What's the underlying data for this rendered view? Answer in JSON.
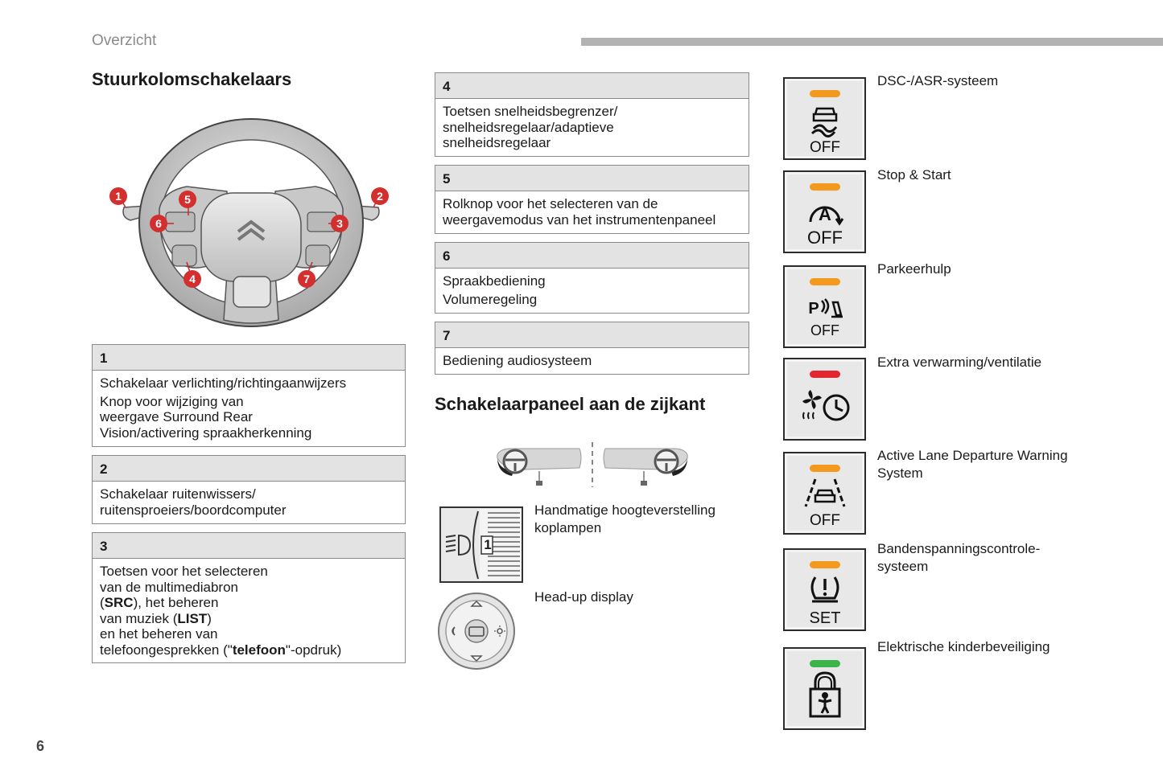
{
  "header": {
    "section": "Overzicht",
    "page_number": "6"
  },
  "left": {
    "title": "Stuurkolomschakelaars",
    "markers": [
      "1",
      "2",
      "3",
      "4",
      "5",
      "6",
      "7"
    ],
    "boxes": [
      {
        "num": "1",
        "paras": [
          [
            "Schakelaar verlichting/richtingaanwijzers"
          ],
          [
            "Knop voor wijziging van",
            "weergave Surround Rear",
            "Vision/activering spraakherkenning"
          ]
        ]
      },
      {
        "num": "2",
        "paras": [
          [
            "Schakelaar ruitenwissers/",
            "ruitensproeiers/boordcomputer"
          ]
        ]
      },
      {
        "num": "3",
        "paras": [
          [
            "Toetsen voor het selecteren",
            "van de multimediabron"
          ]
        ],
        "rich": {
          "l3_pre": "(",
          "l3_bold": "SRC",
          "l3_post": "), het beheren",
          "l4_pre": "van muziek (",
          "l4_bold": "LIST",
          "l4_post": ")",
          "l5": "en het beheren van",
          "l6_pre": "telefoongesprekken (\"",
          "l6_bold": "telefoon",
          "l6_post": "\"-opdruk)"
        }
      }
    ]
  },
  "middle": {
    "boxes": [
      {
        "num": "4",
        "paras": [
          [
            "Toetsen snelheidsbegrenzer/",
            "snelheidsregelaar/adaptieve",
            "snelheidsregelaar"
          ]
        ]
      },
      {
        "num": "5",
        "paras": [
          [
            "Rolknop voor het selecteren van de",
            "weergavemodus van het instrumentenpaneel"
          ]
        ]
      },
      {
        "num": "6",
        "paras": [
          [
            "Spraakbediening"
          ],
          [
            "Volumeregeling"
          ]
        ]
      },
      {
        "num": "7",
        "paras": [
          [
            "Bediening audiosysteem"
          ]
        ]
      }
    ],
    "side_title": "Schakelaarpaneel aan de zijkant",
    "headlamp_label": [
      "Handmatige hoogteverstelling",
      "koplampen"
    ],
    "headlamp_dial_value": "1",
    "hud_label": "Head-up display"
  },
  "right": {
    "items": [
      {
        "label": [
          "DSC-/ASR-systeem"
        ],
        "icon": "dsc-off-icon",
        "lamp": "#f39a1e",
        "text": "OFF"
      },
      {
        "label": [
          "Stop & Start"
        ],
        "icon": "stop-start-off-icon",
        "lamp": "#f39a1e",
        "text": "OFF"
      },
      {
        "label": [
          "Parkeerhulp"
        ],
        "icon": "park-assist-off-icon",
        "lamp": "#f39a1e",
        "text": "OFF"
      },
      {
        "label": [
          "Extra verwarming/ventilatie"
        ],
        "icon": "heating-timer-icon",
        "lamp": "#e3262d",
        "text": ""
      },
      {
        "label": [
          "Active Lane Departure Warning",
          "System"
        ],
        "icon": "lane-departure-off-icon",
        "lamp": "#f39a1e",
        "text": "OFF"
      },
      {
        "label": [
          "Bandenspanningscontrole-",
          "systeem"
        ],
        "icon": "tyre-pressure-set-icon",
        "lamp": "#f39a1e",
        "text": "SET"
      },
      {
        "label": [
          "Elektrische kinderbeveiliging"
        ],
        "icon": "child-lock-icon",
        "lamp": "#3cb44a",
        "text": ""
      }
    ]
  }
}
